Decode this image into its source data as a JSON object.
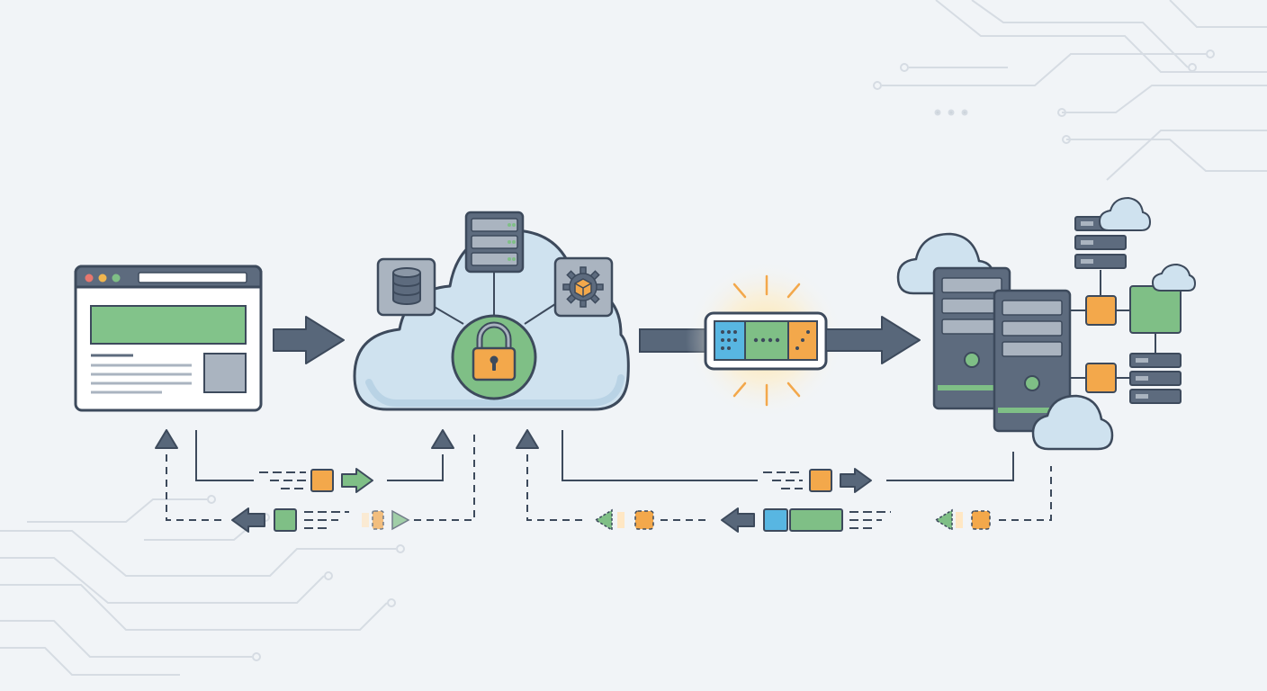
{
  "diagram": {
    "nodes": [
      {
        "id": "browser-window",
        "kind": "web-client"
      },
      {
        "id": "cloud-gateway",
        "kind": "cloud-with-lock",
        "icons": [
          "database-icon",
          "server-icon",
          "gear-box-icon",
          "padlock-icon"
        ]
      },
      {
        "id": "encrypted-token",
        "kind": "token-capsule"
      },
      {
        "id": "server-cluster",
        "kind": "servers-and-clouds"
      }
    ],
    "edges": [
      {
        "from": "browser-window",
        "to": "cloud-gateway",
        "style": "solid-arrow"
      },
      {
        "from": "cloud-gateway",
        "to": "encrypted-token",
        "style": "solid-arrow"
      },
      {
        "from": "encrypted-token",
        "to": "server-cluster",
        "style": "solid-arrow"
      },
      {
        "from": "browser-window",
        "to": "cloud-gateway",
        "style": "request-loop"
      },
      {
        "from": "cloud-gateway",
        "to": "server-cluster",
        "style": "request-loop"
      }
    ],
    "colors": {
      "outline": "#3d4a5c",
      "arrow": "#58677a",
      "green": "#7fbf86",
      "orange": "#f3a84b",
      "blue": "#58b6e2",
      "cloud_fill": "#cfe2ef",
      "panel_gray": "#aab4c0",
      "background": "#f1f4f7"
    }
  }
}
